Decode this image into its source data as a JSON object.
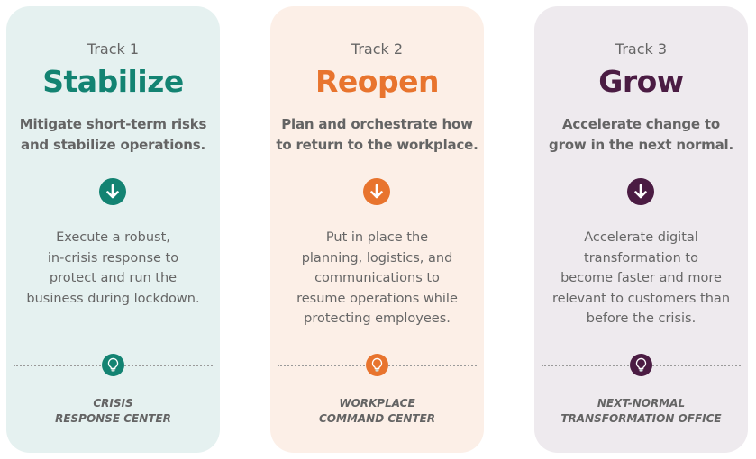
{
  "tracks": [
    {
      "track": "Track 1",
      "title": "Stabilize",
      "subtitle": [
        "Mitigate short-term risks",
        "and stabilize operations."
      ],
      "body": [
        "Execute a robust,",
        "in-crisis response to",
        "protect and run the",
        "business during lockdown."
      ],
      "footer": [
        "CRISIS",
        "RESPONSE CENTER"
      ],
      "accent": "#138372",
      "background": "#e5f1f0",
      "icons": [
        "arrow-down-icon",
        "lightbulb-icon"
      ]
    },
    {
      "track": "Track 2",
      "title": "Reopen",
      "subtitle": [
        "Plan and orchestrate how",
        "to return to the workplace."
      ],
      "body": [
        "Put in place the",
        "planning, logistics, and",
        "communications to",
        "resume operations while",
        "protecting employees."
      ],
      "footer": [
        "WORKPLACE",
        "COMMAND CENTER"
      ],
      "accent": "#e8742e",
      "background": "#fcefe7",
      "icons": [
        "arrow-down-icon",
        "lightbulb-icon"
      ]
    },
    {
      "track": "Track 3",
      "title": "Grow",
      "subtitle": [
        "Accelerate change to",
        "grow in the next normal."
      ],
      "body": [
        "Accelerate digital",
        "transformation to",
        "become faster and more",
        "relevant to customers than",
        "before the crisis."
      ],
      "footer": [
        "NEXT-NORMAL",
        "TRANSFORMATION OFFICE"
      ],
      "accent": "#4b1c43",
      "background": "#eeeaee",
      "icons": [
        "arrow-down-icon",
        "lightbulb-icon"
      ]
    }
  ]
}
